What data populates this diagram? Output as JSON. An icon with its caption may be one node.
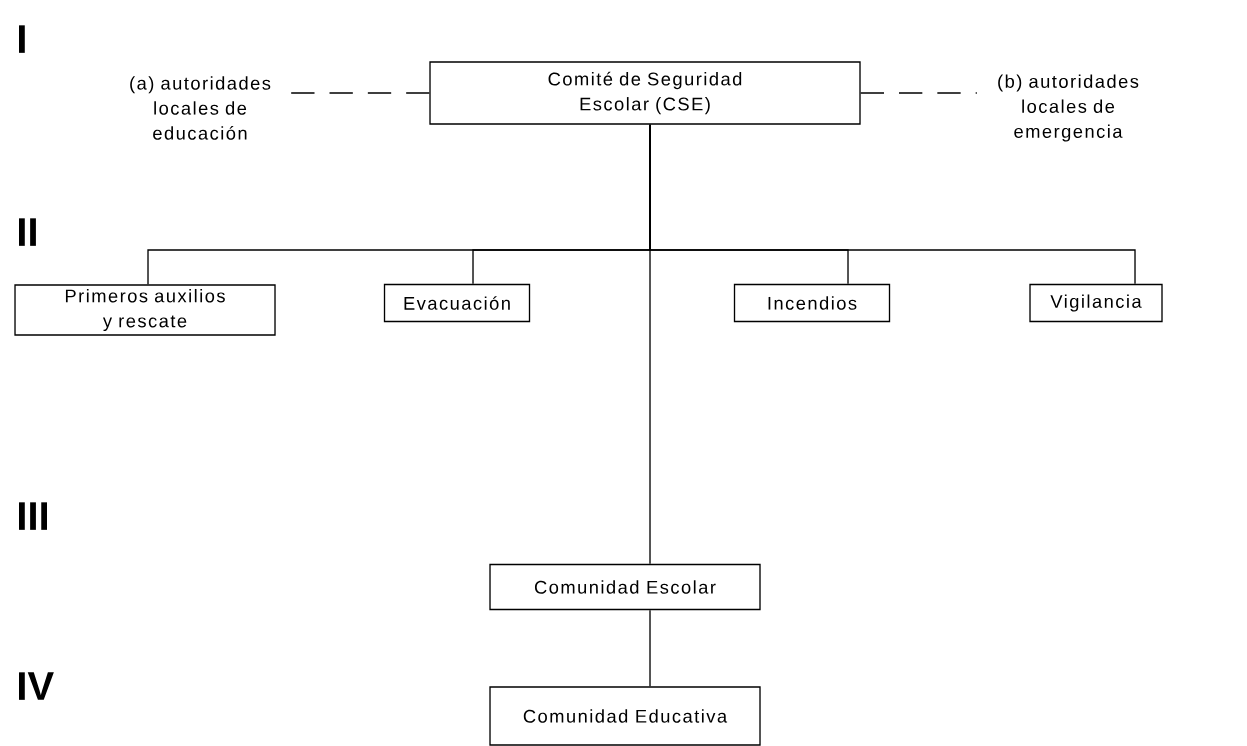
{
  "diagram": {
    "nodes": [
      {
        "text": [
          "Comité de Seguridad Escolar (CSE)"
        ]
      },
      {
        "text": [
          "(a) autoridades locales de educación"
        ]
      },
      {
        "text": [
          "(b) autoridades locales de emergencia"
        ]
      },
      {
        "text": [
          "Primeros auxilios y rescate"
        ]
      },
      {
        "text": [
          "Evacuación"
        ]
      },
      {
        "text": [
          "Incendios"
        ]
      },
      {
        "text": [
          "Vigilancia"
        ]
      },
      {
        "text": [
          "Comunidad Escolar"
        ]
      },
      {
        "text": [
          "Comunidad Educativa"
        ]
      }
    ],
    "edges": [
      {
        "from": 1,
        "to": 0,
        "arrow": "none",
        "style": "dashed"
      },
      {
        "from": 0,
        "to": 2,
        "arrow": "none",
        "style": "dashed"
      },
      {
        "from": 0,
        "to": 3,
        "arrow": "none"
      },
      {
        "from": 0,
        "to": 4,
        "arrow": "none"
      },
      {
        "from": 0,
        "to": 5,
        "arrow": "none"
      },
      {
        "from": 0,
        "to": 6,
        "arrow": "none"
      },
      {
        "from": 0,
        "to": 7,
        "arrow": "none"
      },
      {
        "from": 7,
        "to": 8,
        "arrow": "none"
      }
    ],
    "labels": [
      "I",
      "II",
      "III",
      "IV"
    ]
  }
}
